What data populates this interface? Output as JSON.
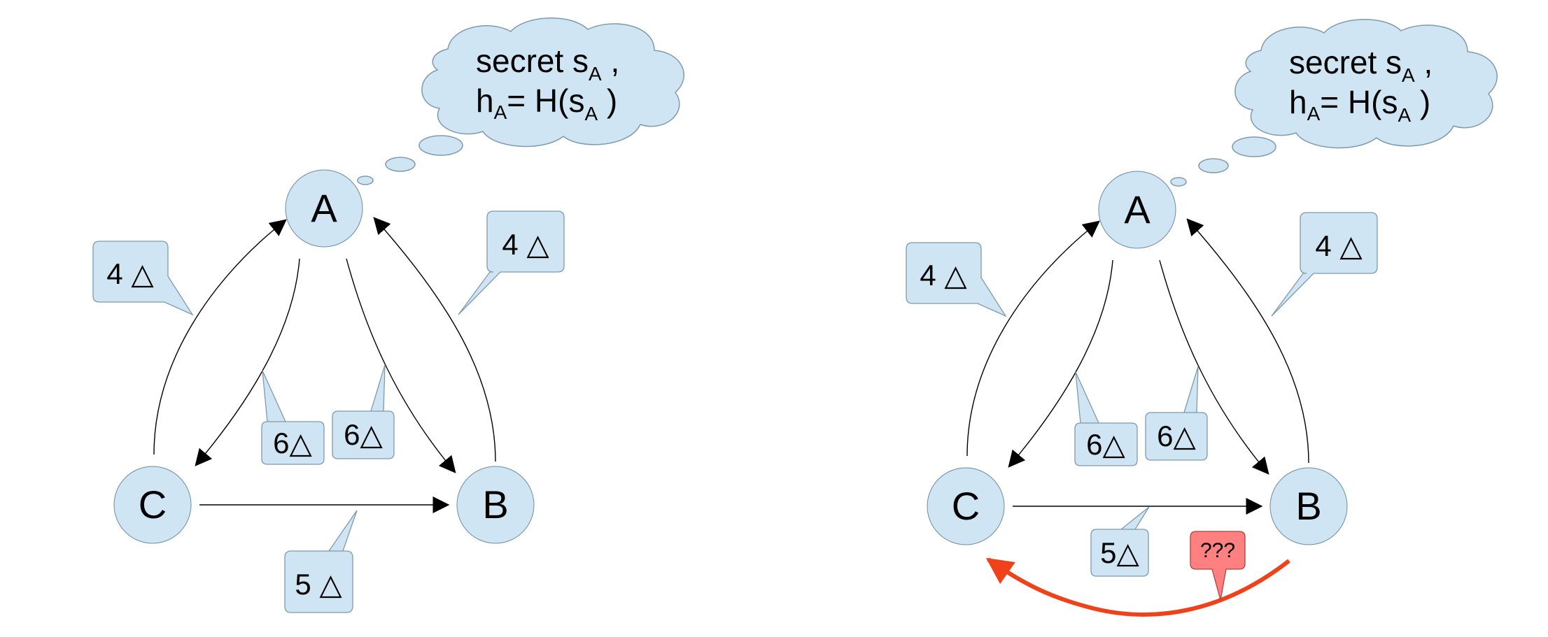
{
  "nodes": {
    "a": "A",
    "b": "B",
    "c": "C"
  },
  "amounts": {
    "ac_in": "4",
    "ab_in": "4",
    "a_to_c": "6",
    "a_to_b": "6",
    "c_to_b": "5"
  },
  "delta_symbol": "△",
  "secret": {
    "line1_prefix": "secret s",
    "line1_sub": "A",
    "line1_suffix": " ,",
    "line2_h": "h",
    "line2_h_sub": "A",
    "line2_eq": "= H(s",
    "line2_s_sub": "A",
    "line2_close": " )"
  },
  "unknown_label": "???",
  "colors": {
    "node_fill": "#cfe5f3",
    "bubble_fill": "#cfe5f3",
    "red_arrow": "#f0421a",
    "red_bubble": "#ff8080"
  }
}
